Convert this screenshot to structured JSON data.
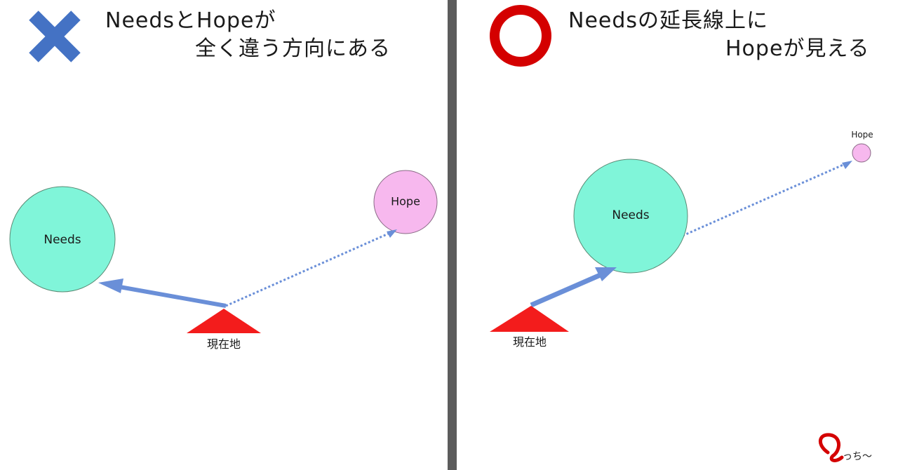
{
  "left_panel": {
    "verdict_icon": "cross-mark-icon",
    "verdict_color": "#4472c4",
    "title_line1": "NeedsとHopeが",
    "title_line2": "全く違う方向にある",
    "needs_label": "Needs",
    "hope_label": "Hope",
    "current_label": "現在地"
  },
  "right_panel": {
    "verdict_icon": "circle-mark-icon",
    "verdict_color": "#d40000",
    "title_line1": "Needsの延長線上に",
    "title_line2": "Hopeが見える",
    "needs_label": "Needs",
    "hope_label": "Hope",
    "current_label": "現在地"
  },
  "signature": {
    "icon": "signature-logo-icon",
    "text": "っち～"
  },
  "colors": {
    "needs_fill": "#80f5d9",
    "hope_fill": "#f7b8ee",
    "current_fill": "#f31c1c",
    "arrow": "#6a8fd8"
  }
}
